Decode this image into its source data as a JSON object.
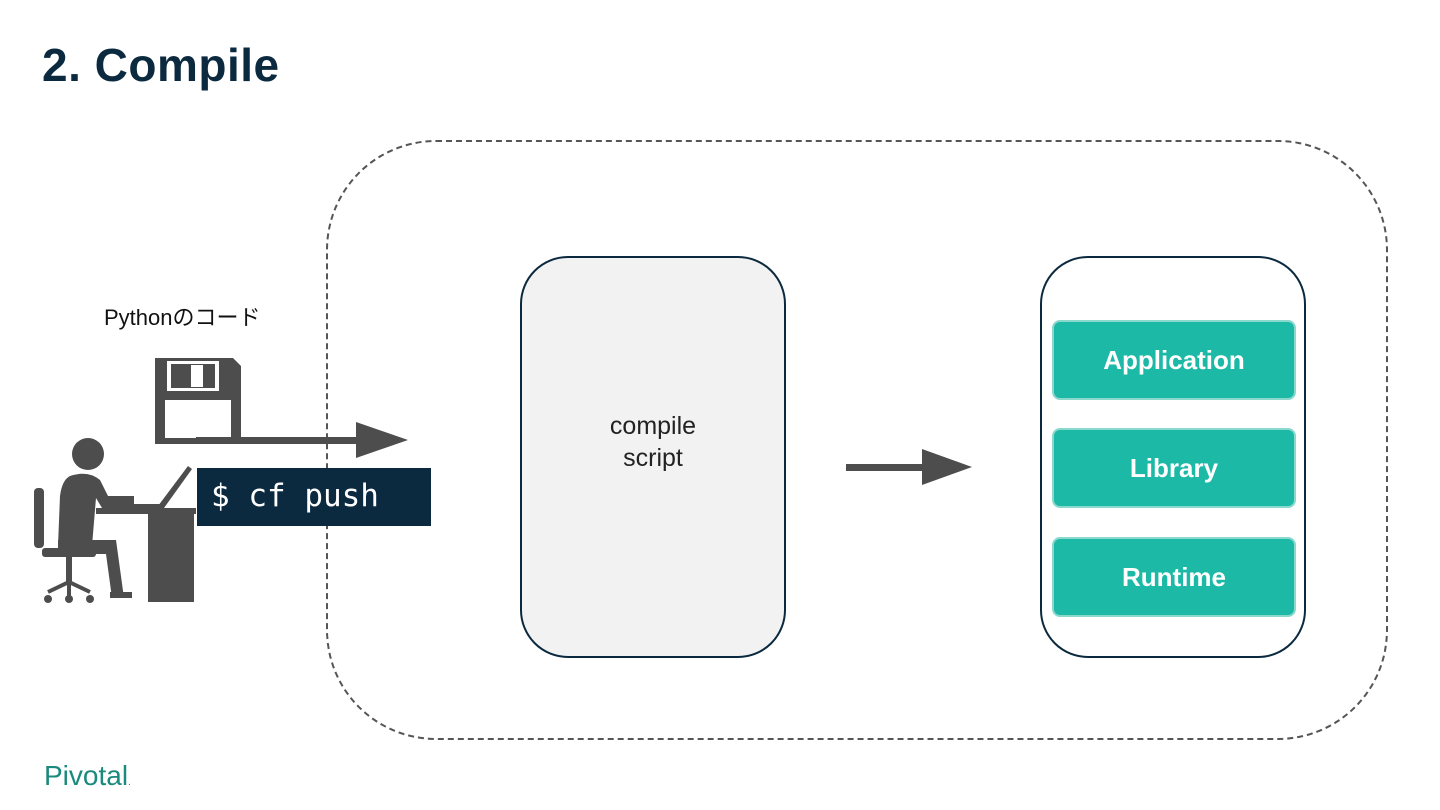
{
  "slide": {
    "title": "2. Compile"
  },
  "developer": {
    "code_label": "Pythonのコード",
    "command": "$ cf push"
  },
  "stage": {
    "script_line1": "compile",
    "script_line2": "script"
  },
  "droplet": {
    "layers": [
      "Application",
      "Library",
      "Runtime"
    ]
  },
  "brand": {
    "logo_text": "Pivotal",
    "logo_mark": "."
  },
  "colors": {
    "navy": "#0b2a3f",
    "teal": "#1cb9a6",
    "arrow": "#4d4d4d",
    "logo": "#1a8a7d"
  },
  "icons": [
    "floppy-disk-icon",
    "person-at-desk-icon",
    "arrow-right-icon"
  ]
}
